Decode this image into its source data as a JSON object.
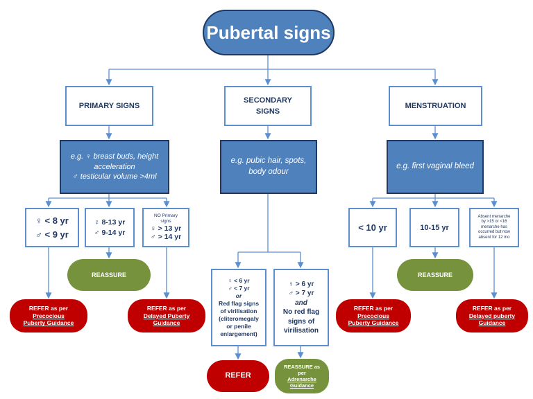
{
  "title": "Pubertal signs",
  "columns": {
    "primary": {
      "header": "PRIMARY SIGNS",
      "example": [
        "e.g. ♀ breast buds, height",
        "acceleration",
        "♂ testicular volume >4ml"
      ],
      "early": [
        "♀ < 8 yr",
        "♂ < 9 yr"
      ],
      "normal": [
        "♀ 8-13 yr",
        "♂ 9-14 yr"
      ],
      "late": [
        "NO Primary",
        "signs",
        "♀ > 13 yr",
        "♂ > 14 yr"
      ],
      "reassure": "REASSURE",
      "refer_early": [
        "REFER as per",
        "Precocious",
        "Puberty Guidance"
      ],
      "refer_late": [
        "REFER as per",
        "Delayed Puberty",
        "Guidance"
      ]
    },
    "secondary": {
      "header": [
        "SECONDARY",
        "SIGNS"
      ],
      "example": [
        "e.g. pubic hair, spots,",
        "body odour"
      ],
      "left": [
        "♀ < 6 yr",
        "♂ < 7 yr",
        "or",
        "Red flag signs",
        "of virilisation",
        "(cliteromegaly",
        "or penile",
        "enlargement)"
      ],
      "right": [
        "♀ > 6 yr",
        "♂ > 7 yr",
        "and",
        "No red flag",
        "signs of",
        "virilisation"
      ],
      "refer": "REFER",
      "reassure": [
        "REASSURE as",
        "per",
        "Adrenarche",
        "Guidance"
      ]
    },
    "menstruation": {
      "header": "MENSTRUATION",
      "example": "e.g. first vaginal bleed",
      "early": "< 10 yr",
      "normal": "10-15 yr",
      "late": [
        "Absent menarche",
        "by >15 or <16",
        "menarche has",
        "occurred but now",
        "absent for 12 mo"
      ],
      "reassure": "REASSURE",
      "refer_early": [
        "REFER as per",
        "Precocious",
        "Puberty Guidance"
      ],
      "refer_late": [
        "REFER as per",
        "Delayed puberty",
        "Guidance"
      ]
    }
  },
  "colors": {
    "title_fill": "#4f81bd",
    "blue_box": "#4f81bd",
    "border": "#5b8fd0",
    "text_dark": "#1f3864",
    "reassure": "#76923c",
    "refer": "#c00000"
  }
}
